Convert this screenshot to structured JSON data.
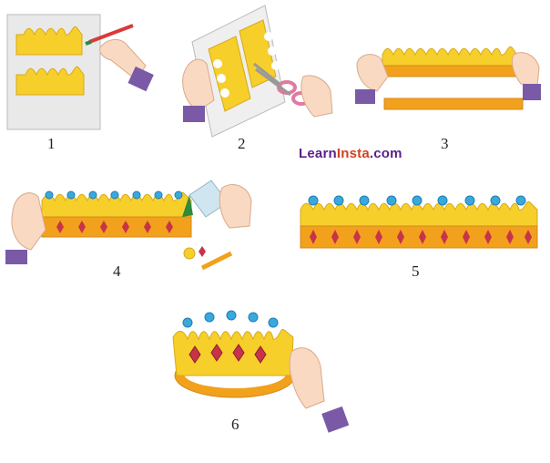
{
  "brand": {
    "part1": "Learn",
    "part2": "Insta",
    "part3": ".com",
    "colors": {
      "part1": "#5a1f8a",
      "part2": "#d3421f",
      "part3": "#5a1f8a"
    }
  },
  "steps": [
    {
      "number": "1",
      "icon": "draw-crown-outline-icon"
    },
    {
      "number": "2",
      "icon": "cut-crown-scissors-icon"
    },
    {
      "number": "3",
      "icon": "join-strips-icon"
    },
    {
      "number": "4",
      "icon": "glue-decorations-icon"
    },
    {
      "number": "5",
      "icon": "finished-crown-strip-icon"
    },
    {
      "number": "6",
      "icon": "crown-ring-icon"
    }
  ],
  "colors": {
    "crown_yellow": "#f6cf2b",
    "crown_orange": "#f2a11c",
    "gem_blue": "#39a9dd",
    "gem_red": "#c8334a",
    "skin": "#f9d9c2",
    "sleeve": "#7a5aa6"
  }
}
